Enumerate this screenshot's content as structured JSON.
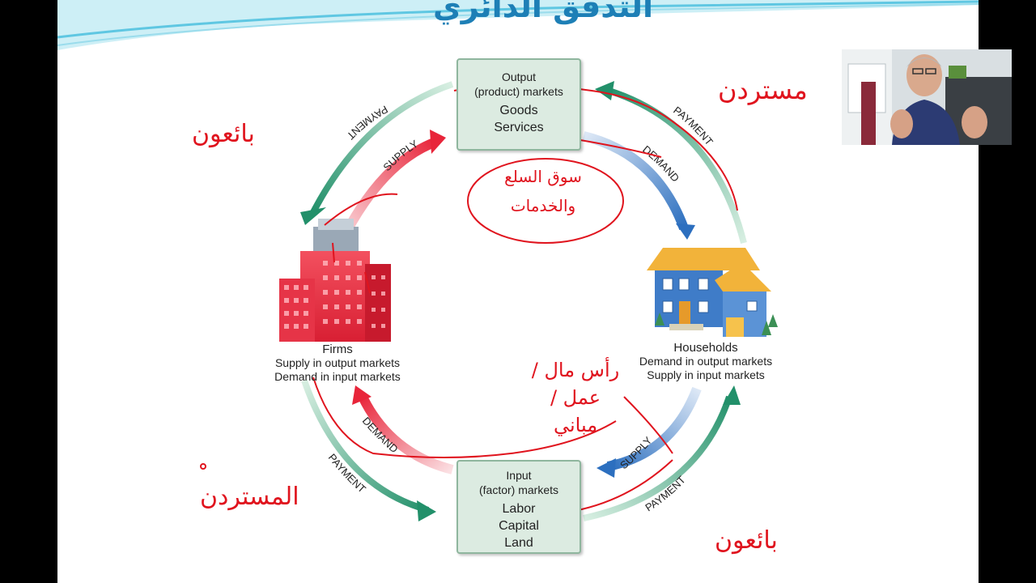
{
  "slide": {
    "title": "التدفق الدائري"
  },
  "output_market": {
    "line1": "Output",
    "line2": "(product) markets",
    "items": [
      "Goods",
      "Services"
    ]
  },
  "input_market": {
    "line1": "Input",
    "line2": "(factor) markets",
    "items": [
      "Labor",
      "Capital",
      "Land"
    ]
  },
  "firms": {
    "name": "Firms",
    "role1": "Supply in output markets",
    "role2": "Demand in input markets"
  },
  "households": {
    "name": "Households",
    "role1": "Demand in output markets",
    "role2": "Supply in input markets"
  },
  "flows": {
    "payment_top_left": "PAYMENT",
    "supply_top_left": "SUPPLY",
    "demand_top_right": "DEMAND",
    "payment_top_right": "PAYMENT",
    "demand_bottom_left": "DEMAND",
    "payment_bottom_left": "PAYMENT",
    "supply_bottom_right": "SUPPLY",
    "payment_bottom_right": "PAYMENT"
  },
  "handwriting": {
    "sellers_top": "بائعون",
    "buyers_top": "مستردن",
    "goods_services": "سوق السلع والخدمات",
    "factors": "رأس مال / عمل / مباني",
    "buyers_bottom": "المستردن",
    "sellers_bottom": "بائعون"
  },
  "colors": {
    "title": "#1d7fb6",
    "payment_arrow": "#2f9a6e",
    "supply_demand_red": "#e8253a",
    "demand_blue": "#2c6fbf",
    "ink": "#e0141e",
    "box_fill": "#dcebe1"
  }
}
